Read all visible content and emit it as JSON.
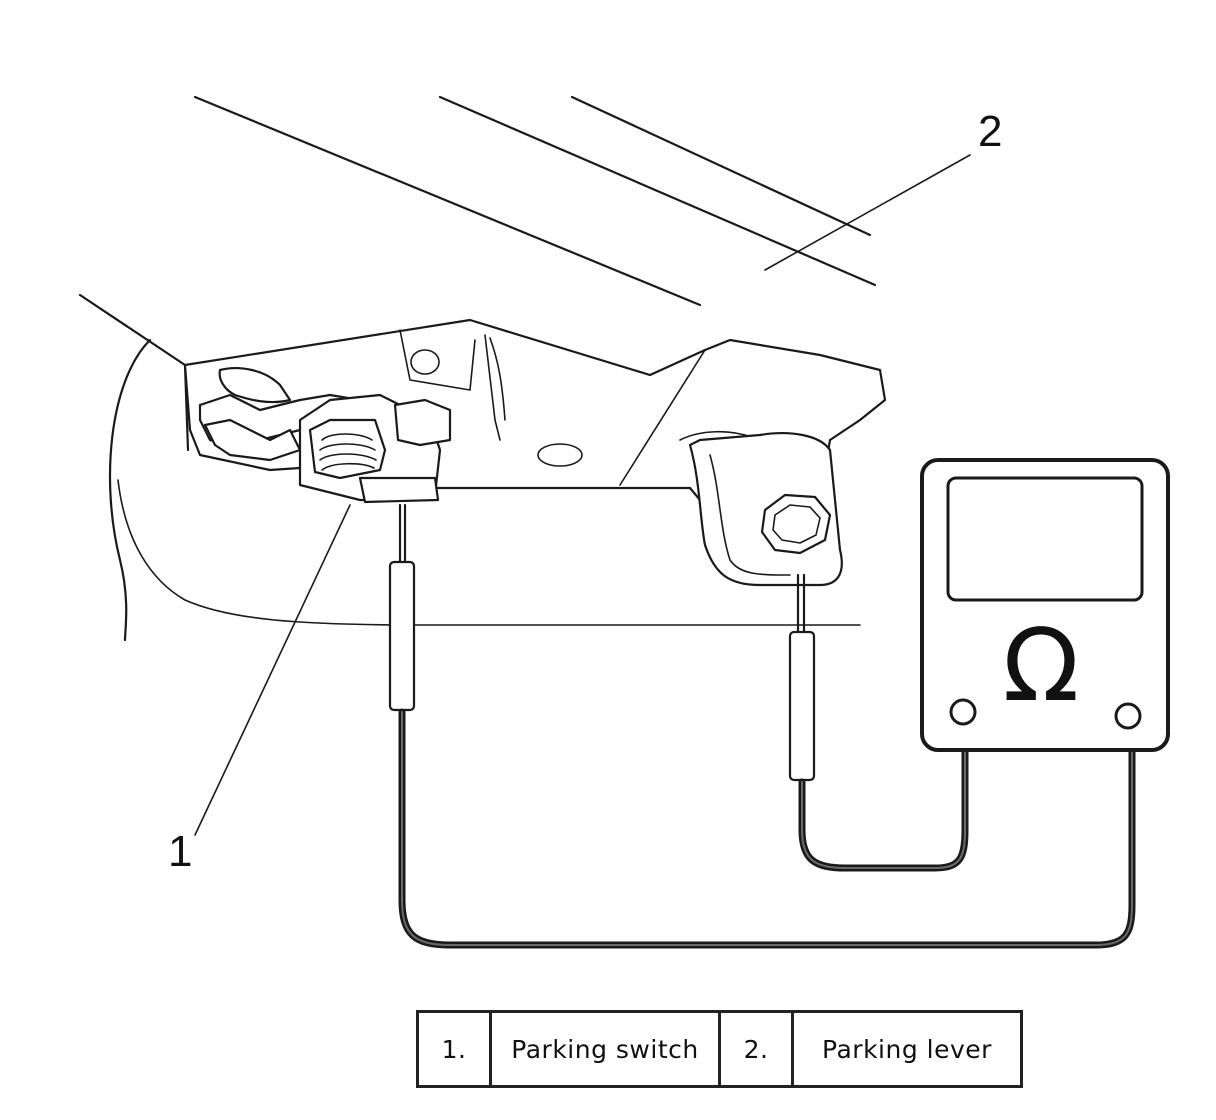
{
  "callouts": {
    "item1": "1",
    "item2": "2"
  },
  "ohmmeter": {
    "symbol": "Ω"
  },
  "legend": {
    "rows": [
      {
        "number": "1.",
        "label": "Parking switch"
      },
      {
        "number": "2.",
        "label": "Parking lever"
      }
    ]
  },
  "colors": {
    "line_art": "#1a1a1a",
    "background": "#ffffff"
  }
}
